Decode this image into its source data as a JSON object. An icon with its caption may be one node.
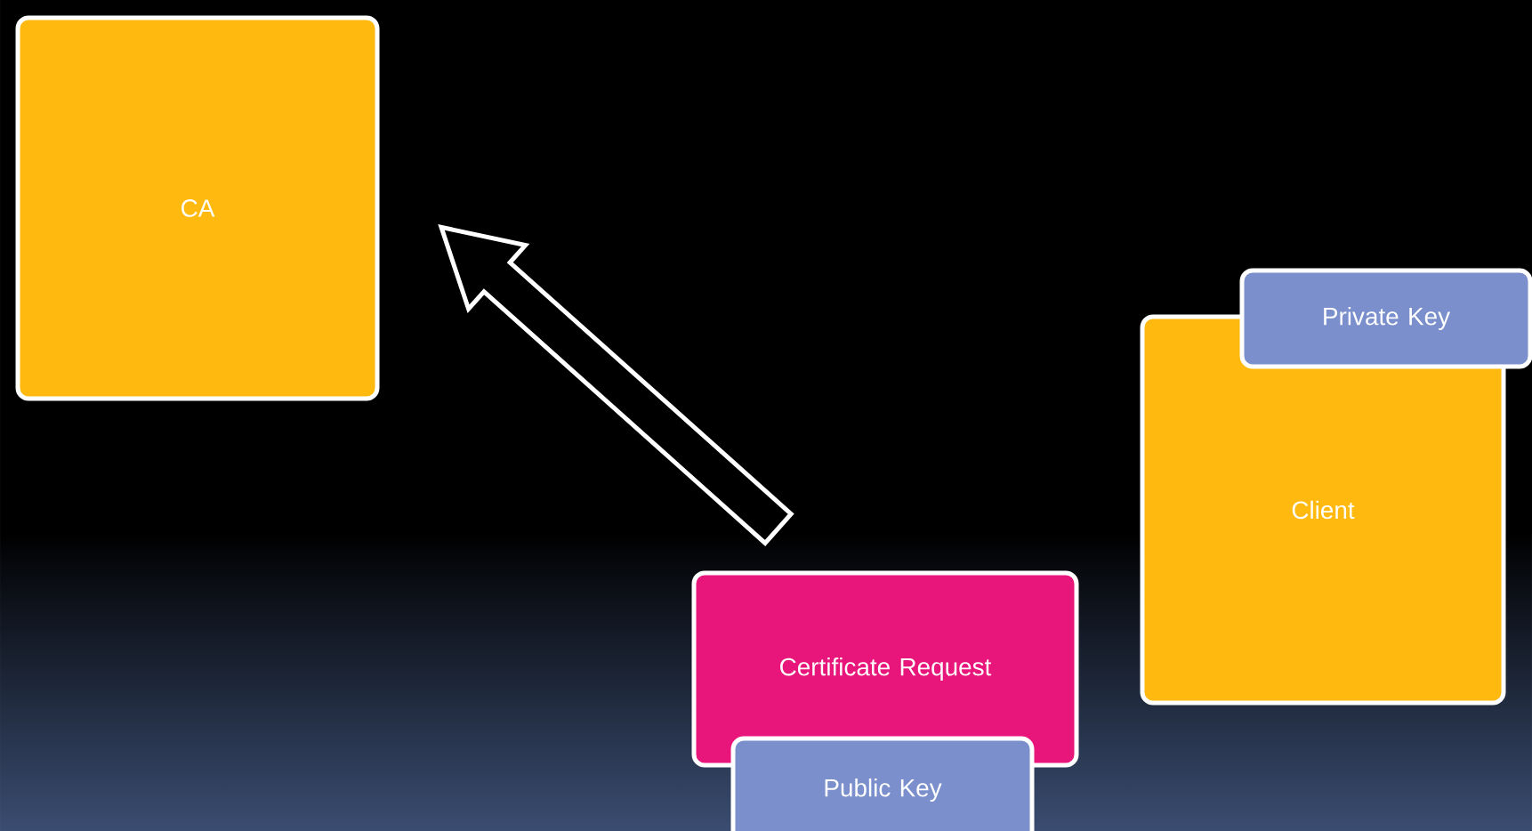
{
  "diagram": {
    "nodes": [
      {
        "text": [
          "CA"
        ]
      },
      {
        "text": [
          "Client"
        ]
      },
      {
        "text": [
          "Private Key"
        ]
      },
      {
        "text": [
          "Certificate Request"
        ]
      },
      {
        "text": [
          "Public Key"
        ]
      }
    ],
    "edges": [
      {
        "from": 3,
        "to": 0,
        "arrow": "to",
        "style": "thick"
      }
    ]
  }
}
